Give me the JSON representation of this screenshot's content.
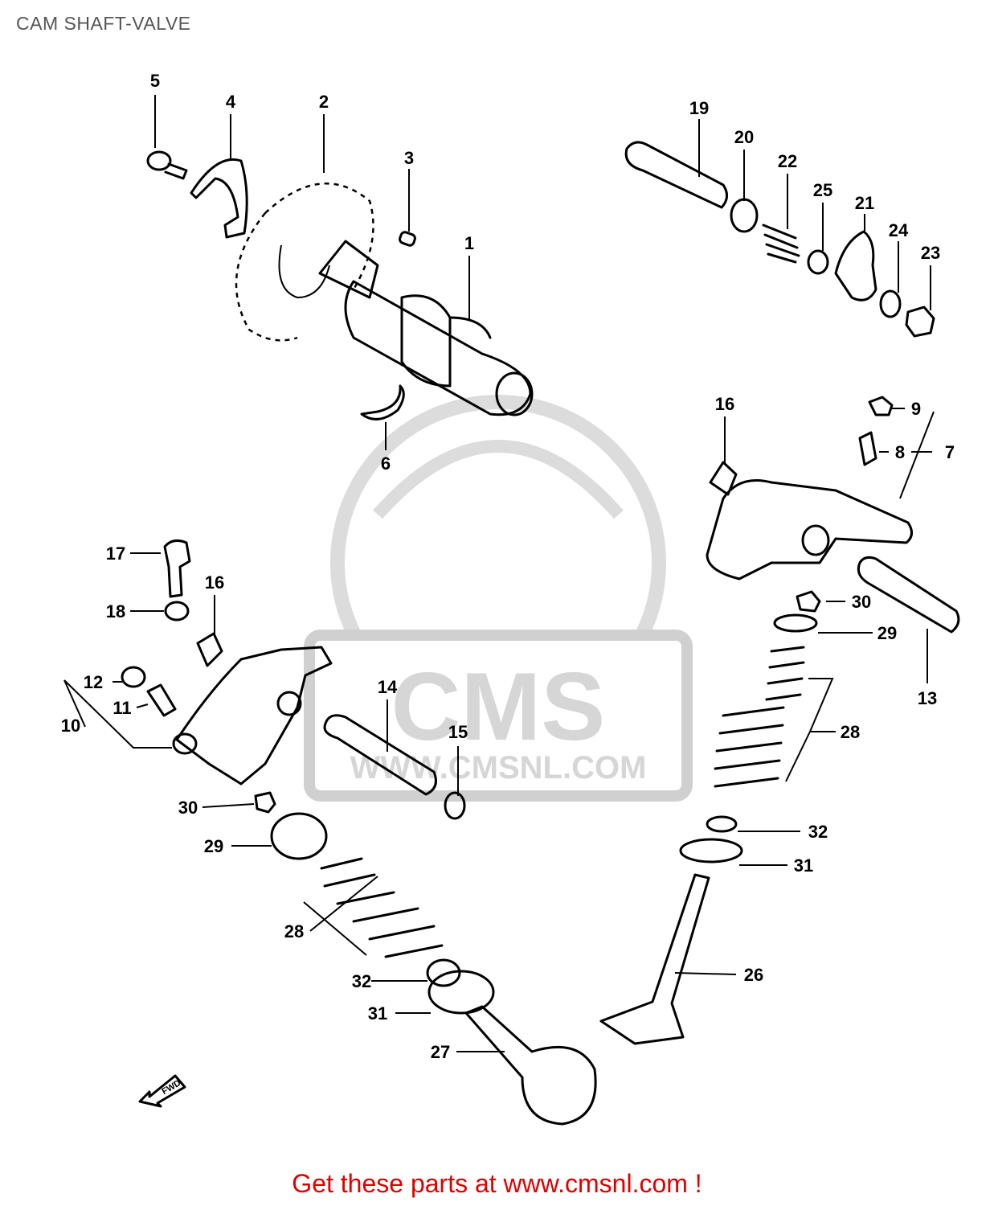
{
  "title": "CAM SHAFT-VALVE",
  "watermark": {
    "logo_text": "CMS",
    "url_text": "WWW.CMSNL.COM"
  },
  "footer": {
    "link_text": "Get these parts at www.cmsnl.com !"
  },
  "direction_marker": "FWD",
  "callouts": {
    "c1": "1",
    "c2": "2",
    "c3": "3",
    "c4": "4",
    "c5": "5",
    "c6": "6",
    "c7": "7",
    "c8": "8",
    "c9": "9",
    "c10": "10",
    "c11": "11",
    "c12": "12",
    "c13": "13",
    "c14": "14",
    "c15": "15",
    "c16a": "16",
    "c16b": "16",
    "c17": "17",
    "c18": "18",
    "c19": "19",
    "c20": "20",
    "c21": "21",
    "c22": "22",
    "c23": "23",
    "c24": "24",
    "c25": "25",
    "c26": "26",
    "c27": "27",
    "c28a": "28",
    "c28b": "28",
    "c29a": "29",
    "c29b": "29",
    "c30a": "30",
    "c30b": "30",
    "c31a": "31",
    "c31b": "31",
    "c32a": "32",
    "c32b": "32"
  }
}
